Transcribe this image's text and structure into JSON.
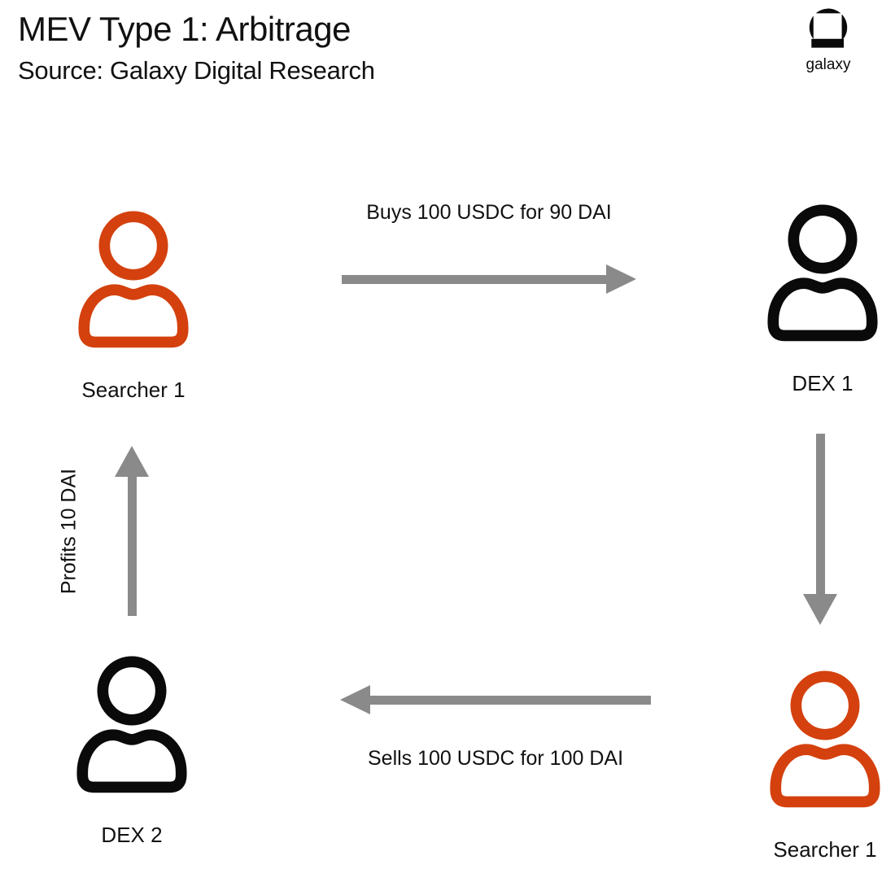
{
  "header": {
    "title": "MEV Type 1: Arbitrage",
    "subtitle": "Source: Galaxy Digital Research"
  },
  "logo": {
    "label": "galaxy",
    "icon": "galaxy-circle-square-mark"
  },
  "colors": {
    "accent_orange": "#d4410e",
    "node_black": "#0a0a0a",
    "arrow_gray": "#8a8a8a",
    "ink": "#111111",
    "background": "#ffffff"
  },
  "diagram": {
    "nodes": [
      {
        "id": "searcher1-top",
        "label": "Searcher 1",
        "icon": "person-icon",
        "color": "orange",
        "position": "top-left"
      },
      {
        "id": "dex1",
        "label": "DEX 1",
        "icon": "person-icon",
        "color": "black",
        "position": "top-right"
      },
      {
        "id": "dex2",
        "label": "DEX 2",
        "icon": "person-icon",
        "color": "black",
        "position": "bottom-left"
      },
      {
        "id": "searcher1-bottom",
        "label": "Searcher 1",
        "icon": "person-icon",
        "color": "orange",
        "position": "bottom-right"
      }
    ],
    "edges": [
      {
        "from": "searcher1-top",
        "to": "dex1",
        "direction": "right",
        "label": "Buys 100 USDC for 90 DAI"
      },
      {
        "from": "dex1",
        "to": "searcher1-bottom",
        "direction": "down",
        "label": ""
      },
      {
        "from": "searcher1-bottom",
        "to": "dex2",
        "direction": "left",
        "label": "Sells 100 USDC for 100 DAI"
      },
      {
        "from": "dex2",
        "to": "searcher1-top",
        "direction": "up",
        "label": "Profits 10 DAI"
      }
    ]
  }
}
